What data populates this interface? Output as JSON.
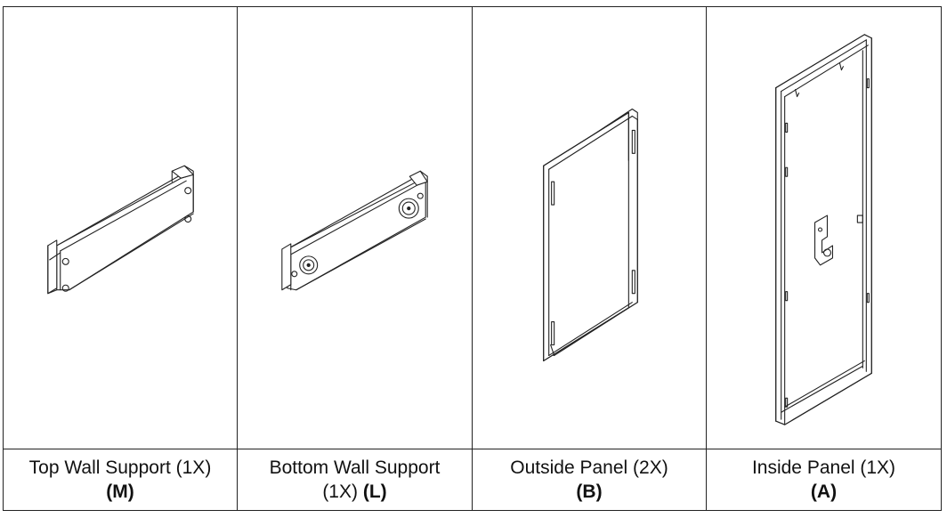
{
  "parts": [
    {
      "name": "Top Wall Support (1X)",
      "letter": "(M)",
      "icon": "top-wall-support-drawing"
    },
    {
      "name": "Bottom Wall Support",
      "qty": "(1X)",
      "letter": "(L)",
      "icon": "bottom-wall-support-drawing"
    },
    {
      "name": "Outside Panel (2X)",
      "letter": "(B)",
      "icon": "outside-panel-drawing"
    },
    {
      "name": "Inside Panel (1X)",
      "letter": "(A)",
      "icon": "inside-panel-drawing"
    }
  ]
}
